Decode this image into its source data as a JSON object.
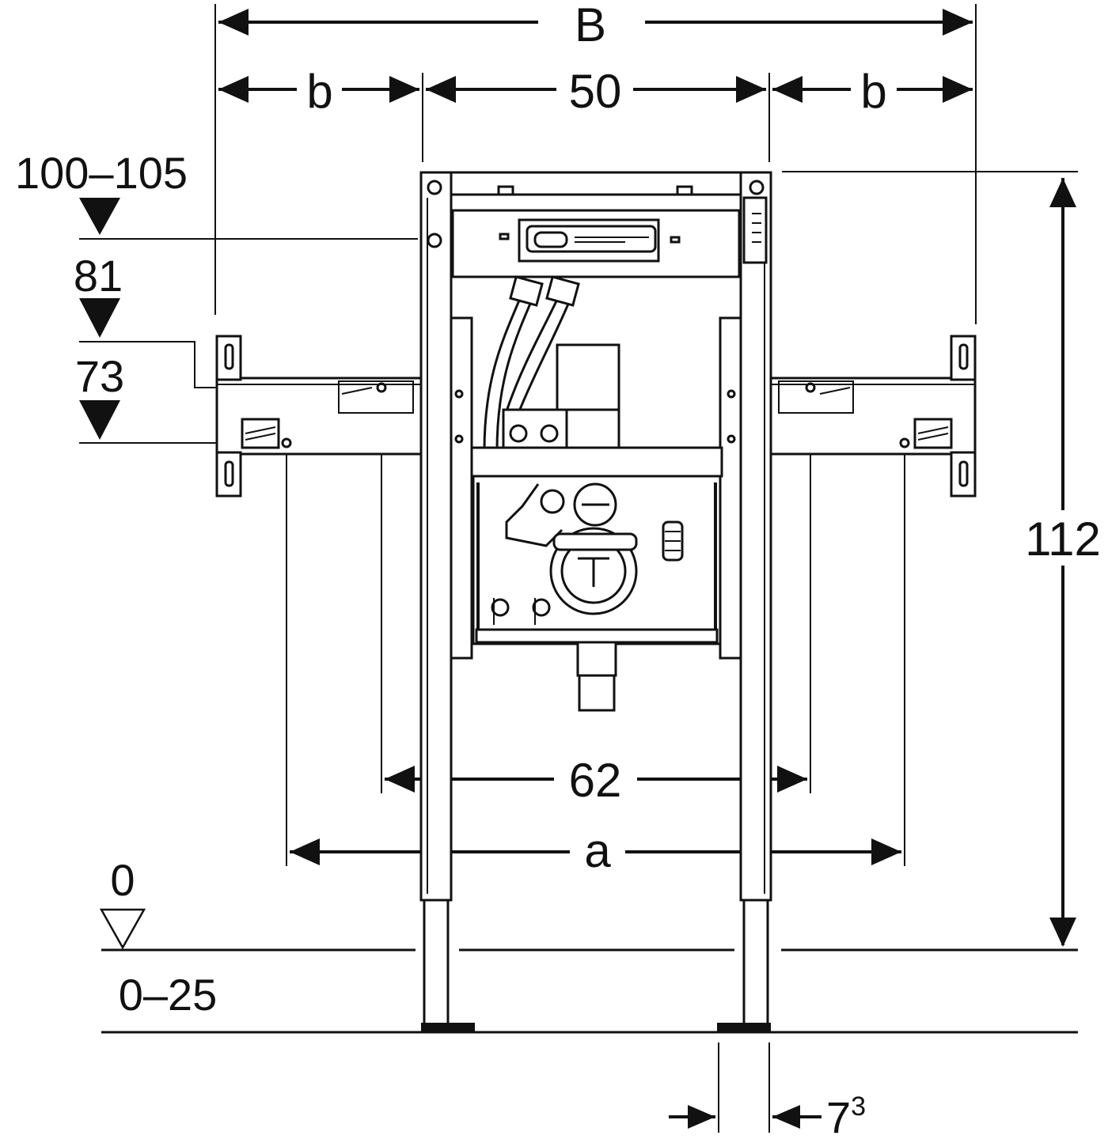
{
  "labels": {
    "overall_width": "B",
    "side_left": "b",
    "center_width": "50",
    "side_right": "b",
    "frame_height": "112",
    "level_top": "100–105",
    "level_mid": "81",
    "level_low": "73",
    "floor_level": "0",
    "floor_range": "0–25",
    "inner_holes": "62",
    "outer_holes": "a",
    "foot_base": "7",
    "foot_exp": "3"
  },
  "icons": {
    "level_marker": "triangle-down-filled-icon",
    "floor_marker": "triangle-down-outline-icon"
  },
  "colors": {
    "line": "#111111",
    "background": "#ffffff"
  }
}
